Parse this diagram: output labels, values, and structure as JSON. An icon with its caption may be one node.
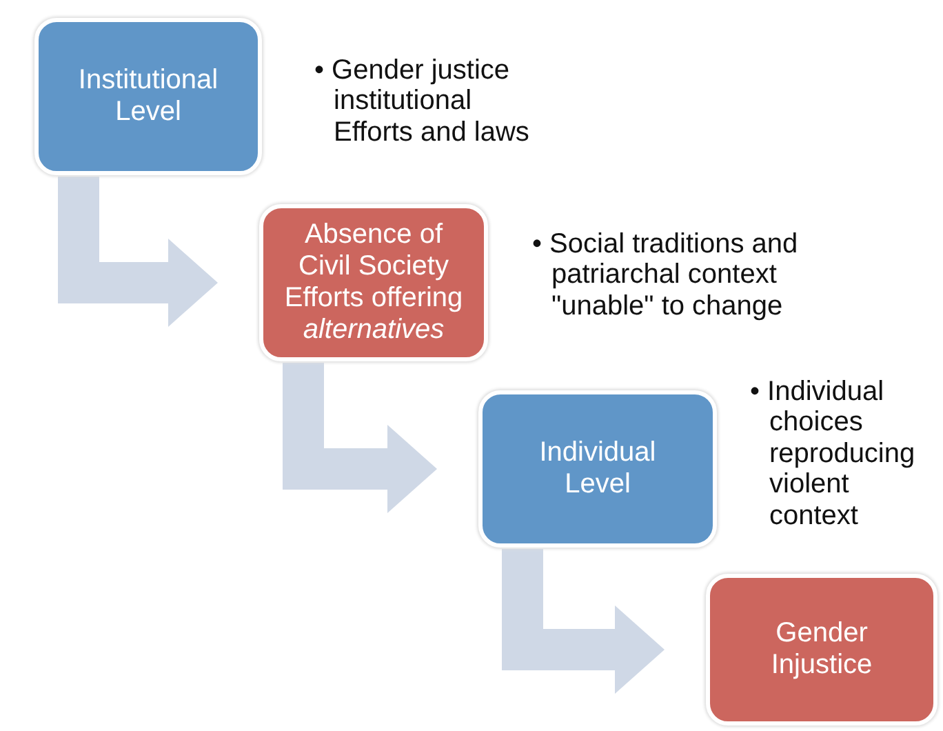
{
  "diagram": {
    "nodes": [
      {
        "text": [
          "Institutional Level"
        ],
        "beside": [
          "• Gender justice institutional Efforts and laws"
        ]
      },
      {
        "text": [
          "Absence of Civil Society Efforts offering *alternatives*"
        ],
        "beside": [
          "• Social traditions and patriarchal context \"unable\" to change"
        ]
      },
      {
        "text": [
          "Individual Level"
        ],
        "beside": [
          "• Individual choices reproducing violent context"
        ]
      },
      {
        "text": [
          "Gender Injustice"
        ]
      }
    ],
    "edges": [
      {
        "from": 0,
        "to": 1,
        "arrow": "to"
      },
      {
        "from": 1,
        "to": 2,
        "arrow": "to"
      },
      {
        "from": 2,
        "to": 3,
        "arrow": "to"
      }
    ]
  }
}
